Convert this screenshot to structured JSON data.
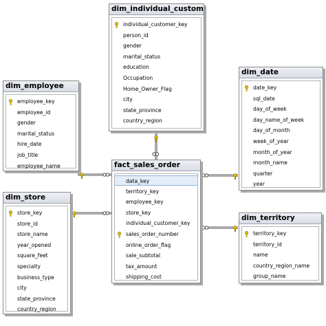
{
  "tables": {
    "dim_individual_customer": {
      "title": "dim_individual_customer",
      "columns": [
        {
          "name": "individual_customer_key",
          "pk": true
        },
        {
          "name": "person_id"
        },
        {
          "name": "gender"
        },
        {
          "name": "marital_status"
        },
        {
          "name": "education"
        },
        {
          "name": "Occupation"
        },
        {
          "name": "Home_Owner_Flag"
        },
        {
          "name": "city"
        },
        {
          "name": "state_province"
        },
        {
          "name": "country_region"
        }
      ]
    },
    "dim_employee": {
      "title": "dim_employee",
      "columns": [
        {
          "name": "employee_key",
          "pk": true
        },
        {
          "name": "employee_id"
        },
        {
          "name": "gender"
        },
        {
          "name": "marital_status"
        },
        {
          "name": "hire_date"
        },
        {
          "name": "job_title"
        },
        {
          "name": "employee_name"
        }
      ]
    },
    "dim_date": {
      "title": "dim_date",
      "columns": [
        {
          "name": "date_key",
          "pk": true
        },
        {
          "name": "sql_date"
        },
        {
          "name": "day_of_week"
        },
        {
          "name": "day_name_of_week"
        },
        {
          "name": "day_of_month"
        },
        {
          "name": "week_of_year"
        },
        {
          "name": "month_of_year"
        },
        {
          "name": "month_name"
        },
        {
          "name": "quarter"
        },
        {
          "name": "year"
        }
      ]
    },
    "fact_sales_order": {
      "title": "fact_sales_order",
      "columns": [
        {
          "name": "data_key",
          "selected": true
        },
        {
          "name": "territory_key"
        },
        {
          "name": "employee_key"
        },
        {
          "name": "store_key"
        },
        {
          "name": "individual_customer_key"
        },
        {
          "name": "sales_order_number",
          "pk": true
        },
        {
          "name": "online_order_flag"
        },
        {
          "name": "sale_subtotal"
        },
        {
          "name": "tax_amount"
        },
        {
          "name": "shipping_cost"
        }
      ]
    },
    "dim_store": {
      "title": "dim_store",
      "columns": [
        {
          "name": "store_key",
          "pk": true
        },
        {
          "name": "store_id"
        },
        {
          "name": "store_name"
        },
        {
          "name": "year_opened"
        },
        {
          "name": "square_feet"
        },
        {
          "name": "specialty"
        },
        {
          "name": "business_type"
        },
        {
          "name": "city"
        },
        {
          "name": "state_province"
        },
        {
          "name": "country_region"
        }
      ]
    },
    "dim_territory": {
      "title": "dim_territory",
      "columns": [
        {
          "name": "territory_key",
          "pk": true
        },
        {
          "name": "territory_id"
        },
        {
          "name": "name"
        },
        {
          "name": "country_region_name"
        },
        {
          "name": "group_name"
        }
      ]
    }
  },
  "colors": {
    "key_icon": "#e8c20a",
    "link_line": "#555555",
    "selected_row": "#e3edf7"
  },
  "icons": {
    "primary_key": "key-icon",
    "relationship_one": "key-icon",
    "relationship_many": "infinity-icon"
  }
}
